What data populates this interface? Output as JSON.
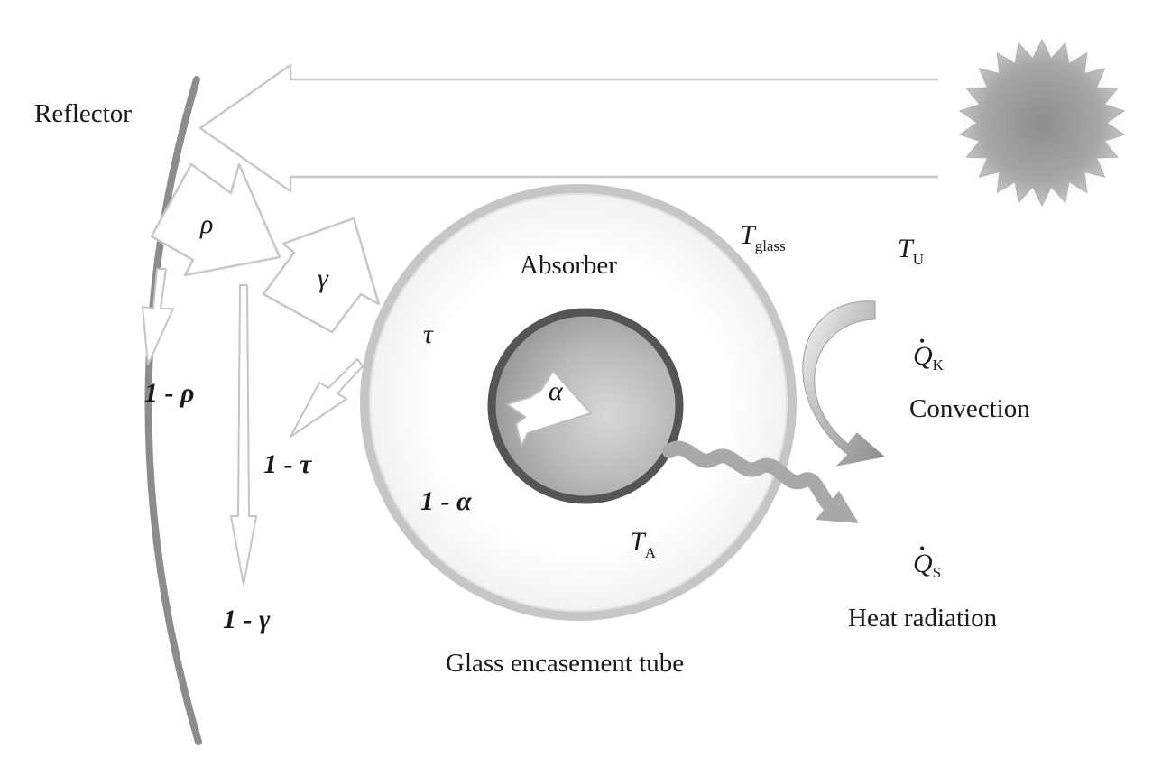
{
  "labels": {
    "reflector": "Reflector",
    "absorber": "Absorber",
    "glass_tube": "Glass encasement tube",
    "convection": "Convection",
    "heat_radiation": "Heat radiation"
  },
  "symbols": {
    "rho": "ρ",
    "gamma": "γ",
    "tau": "τ",
    "alpha": "α",
    "one_minus_rho": "1 - ρ",
    "one_minus_gamma": "1 - γ",
    "one_minus_tau": "1 - τ",
    "one_minus_alpha": "1 - α",
    "t_glass_main": "T",
    "t_glass_sub": "glass",
    "t_u_main": "T",
    "t_u_sub": "U",
    "t_a_main": "T",
    "t_a_sub": "A",
    "q_k_main": "Q",
    "q_k_sub": "K",
    "q_s_main": "Q",
    "q_s_sub": "S",
    "dot": "•"
  },
  "colors": {
    "reflector": "#8c8c8c",
    "arrow_outline": "#c8c8c8",
    "absorber_ring": "#555555",
    "glass_ring": "#c6c6c6",
    "sun": "#9a9a9a"
  }
}
